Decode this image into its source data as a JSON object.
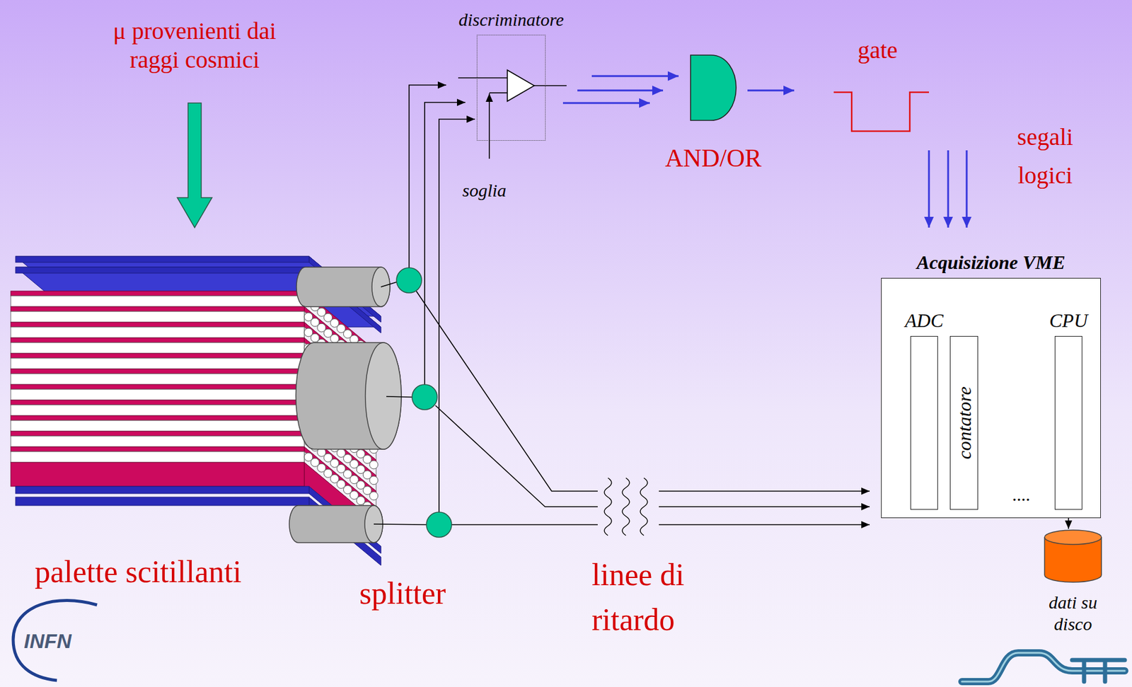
{
  "diagram": {
    "nodes": [
      {
        "text": [
          "discriminatore"
        ]
      },
      {
        "text": [
          "AND/OR"
        ]
      },
      {
        "text": [
          "Acquisizione VME"
        ]
      },
      {
        "text": [
          "ADC"
        ],
        "in": 2
      },
      {
        "text": [
          "contatore"
        ],
        "in": 2
      },
      {
        "text": [
          "CPU"
        ],
        "in": 2
      },
      {
        "text": [
          "dati su disco"
        ]
      }
    ],
    "edges": [
      {
        "from": 0,
        "to": 1,
        "arrow": "to"
      },
      {
        "from": 5,
        "to": 6,
        "arrow": "to"
      }
    ],
    "labels": [
      "μ provenienti dai raggi cosmici",
      "soglia",
      "gate",
      "segali logici",
      "....",
      "palette scitillanti",
      "splitter",
      "linee di ritardo",
      "INFN"
    ]
  }
}
